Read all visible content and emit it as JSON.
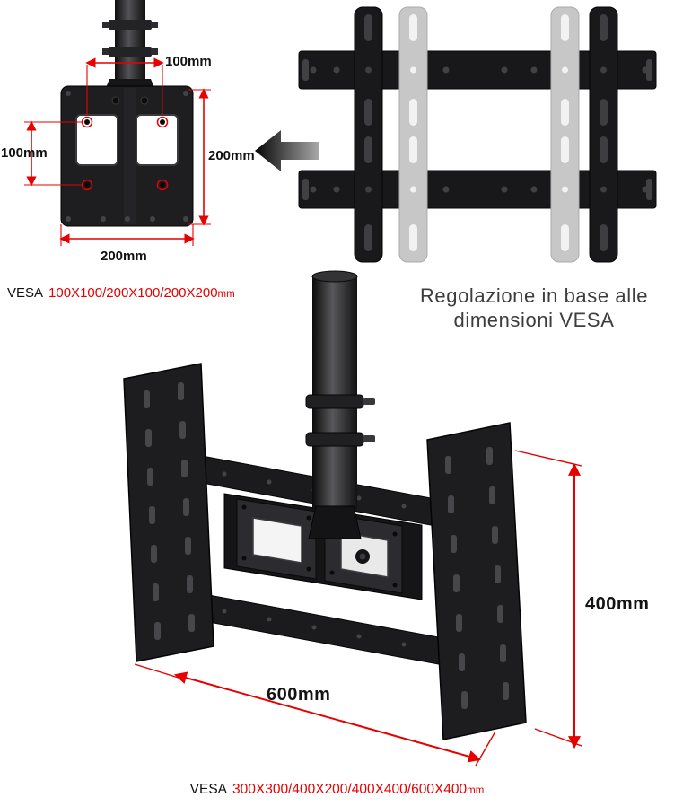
{
  "colors": {
    "dimension_red": "#e60000",
    "product_black": "#1b1b1d",
    "ghost_gray": "#c7c7c7",
    "background": "#ffffff"
  },
  "adapter_diagram": {
    "dim_top": "100mm",
    "dim_right": "200mm",
    "dim_left": "100mm",
    "dim_bottom": "200mm"
  },
  "adjust_diagram": {
    "caption_line1": "Regolazione in base alle",
    "caption_line2": "dimensioni VESA"
  },
  "vesa_small": {
    "label": "VESA",
    "sizes": "100X100/200X100/200X200",
    "unit": "mm"
  },
  "mount_diagram": {
    "dim_height": "400mm",
    "dim_width": "600mm"
  },
  "vesa_large": {
    "label": "VESA",
    "sizes": "300X300/400X200/400X400/600X400",
    "unit": "mm"
  }
}
